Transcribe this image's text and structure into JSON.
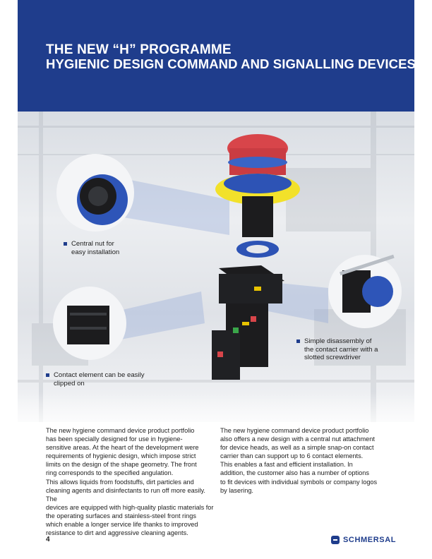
{
  "header": {
    "title": "THE NEW “H” PROGRAMME",
    "subtitle": "HYGIENIC DESIGN COMMAND AND SIGNALLING DEVICES"
  },
  "callouts": {
    "central_nut": [
      "Central nut for",
      "easy installation"
    ],
    "disassembly": [
      "Simple disassembly of",
      "the contact carrier with a",
      "slotted screwdriver"
    ],
    "contact_element": [
      "Contact element can be easily",
      "clipped on"
    ]
  },
  "body": {
    "left": [
      "The new hygiene command device product portfolio",
      "has been specially designed for use in hygiene-",
      "sensitive areas. At the heart of the development were",
      "requirements of hygienic design, which impose strict",
      "limits on the design of the shape geometry. The front",
      "ring corresponds to the specified angulation.",
      "This allows liquids from foodstuffs, dirt particles and",
      "cleaning agents and disinfectants to run off more easily. The",
      "devices are equipped with high-quality plastic materials for",
      "the operating surfaces and stainless-steel front rings",
      "which enable a longer service life thanks to improved",
      "resistance to dirt and aggressive cleaning agents."
    ],
    "right": [
      "The new hygiene command device product portfolio",
      "also offers a new design with a central nut attachment",
      "for device heads, as well as a simple snap-on contact",
      "carrier than can support up to 6 contact elements.",
      "This enables a fast and efficient installation. In",
      "addition, the customer also has a number of options",
      "to fit devices with individual symbols or company logos",
      "by lasering."
    ]
  },
  "footer": {
    "page_number": "4",
    "brand": "SCHMERSAL"
  },
  "colors": {
    "brand_blue": "#1f3d8c",
    "mushroom_red": "#d8454a",
    "ring_yellow": "#f2e12a",
    "ring_blue": "#2d53b5"
  }
}
